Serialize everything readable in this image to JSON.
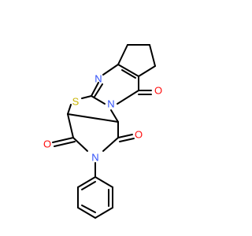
{
  "atoms": {
    "n_pyrimidine": {
      "label": "N",
      "color": "#3050F8"
    },
    "n_bridge": {
      "label": "N",
      "color": "#3050F8"
    },
    "n_imide": {
      "label": "N",
      "color": "#3050F8"
    },
    "s_thiazole": {
      "label": "S",
      "color": "#C8B400"
    },
    "o_pyrimidinone": {
      "label": "O",
      "color": "#FF0D0D"
    },
    "o_imide_left": {
      "label": "O",
      "color": "#FF0D0D"
    },
    "o_imide_right": {
      "label": "O",
      "color": "#FF0D0D"
    }
  },
  "bond_color": "#000000"
}
